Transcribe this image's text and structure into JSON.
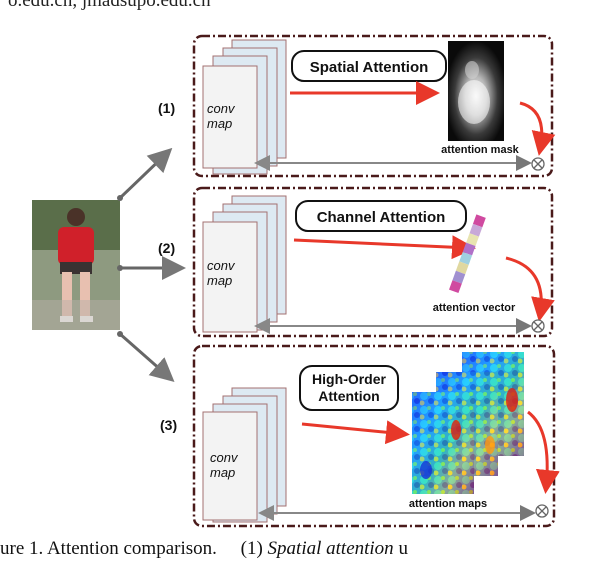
{
  "header_text": "o.edu.cn, jmadsupo.edu.cn",
  "panels": [
    {
      "index": "(1)",
      "conv_label": "conv\nmap",
      "attention_title": "Spatial Attention",
      "output_label": "attention mask"
    },
    {
      "index": "(2)",
      "conv_label": "conv\nmap",
      "attention_title": "Channel Attention",
      "output_label": "attention vector"
    },
    {
      "index": "(3)",
      "conv_label": "conv\nmap",
      "attention_title": "High-Order\nAttention",
      "output_label": "attention maps"
    }
  ],
  "caption": {
    "prefix": "ure 1. Attention comparison.",
    "item_number": "(1)",
    "item_term": "Spatial attention",
    "suffix": "u"
  },
  "colors": {
    "panel_border": "#4a1a1a",
    "arrow_red": "#e8382a",
    "arrow_gray": "#888888",
    "conv_fill": "#dde9f2",
    "conv_stroke": "#a37070"
  }
}
